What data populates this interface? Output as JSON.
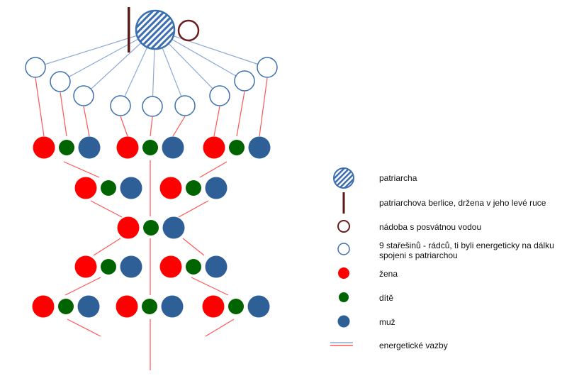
{
  "colors": {
    "woman": "#ff0000",
    "child": "#006400",
    "man": "#2e5f96",
    "elder_stroke": "#3c6fb0",
    "vessel_stroke": "#6b1c1c",
    "staff": "#5a1a1a",
    "blue_link": "#8ea9d6",
    "red_link": "#ff5555"
  },
  "legend": [
    {
      "key": "patriarch",
      "icon": "hatched-circle-icon",
      "label": "patriarcha"
    },
    {
      "key": "staff",
      "icon": "staff-icon",
      "label": "patriarchova berlice, držena v jeho levé ruce"
    },
    {
      "key": "vessel",
      "icon": "ring-icon",
      "label": "nádoba s posvátnou vodou"
    },
    {
      "key": "elders",
      "icon": "hollow-circle-icon",
      "label": "9 stařešinů - rádců, ti byli energeticky na dálku spojeni s patriarchou"
    },
    {
      "key": "woman",
      "icon": "red-dot-icon",
      "label": "žena"
    },
    {
      "key": "child",
      "icon": "green-dot-icon",
      "label": "dítě"
    },
    {
      "key": "man",
      "icon": "blue-dot-icon",
      "label": "muž"
    },
    {
      "key": "links",
      "icon": "two-lines-icon",
      "label": "energetické vazby"
    }
  ]
}
